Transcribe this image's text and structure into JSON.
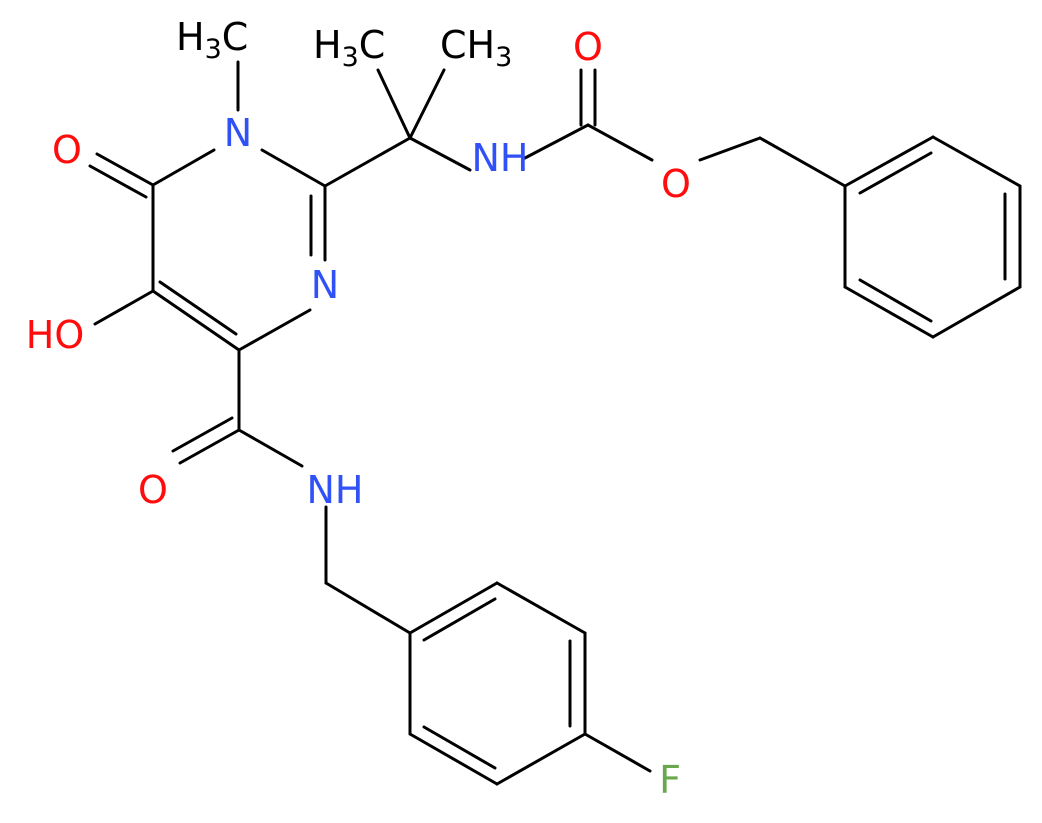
{
  "colors": {
    "bond": "#000000",
    "O": "#ff0d0d",
    "N": "#3050f8",
    "F": "#6aa84f",
    "C": "#000000"
  },
  "atoms": {
    "o_carbonyl_ring": {
      "text": "O",
      "element": "O"
    },
    "n_methyl_ring": {
      "text": "N",
      "element": "N"
    },
    "ch3_n_methyl": {
      "main": "H",
      "sub": "3",
      "tail": "C",
      "element": "C"
    },
    "ch3_left": {
      "main": "H",
      "sub": "3",
      "tail": "C",
      "element": "C"
    },
    "ch3_right": {
      "main": "CH",
      "sub": "3",
      "element": "C"
    },
    "nh_carbamate": {
      "text": "NH",
      "element": "N"
    },
    "o_carbamate_carbonyl": {
      "text": "O",
      "element": "O"
    },
    "o_carbamate_ester": {
      "text": "O",
      "element": "O"
    },
    "n_ring": {
      "text": "N",
      "element": "N"
    },
    "oh_hydroxy": {
      "text": "HO",
      "element": "O"
    },
    "o_amide": {
      "text": "O",
      "element": "O"
    },
    "nh_amide": {
      "text": "NH",
      "element": "N"
    },
    "f_fluoro": {
      "text": "F",
      "element": "F"
    }
  }
}
